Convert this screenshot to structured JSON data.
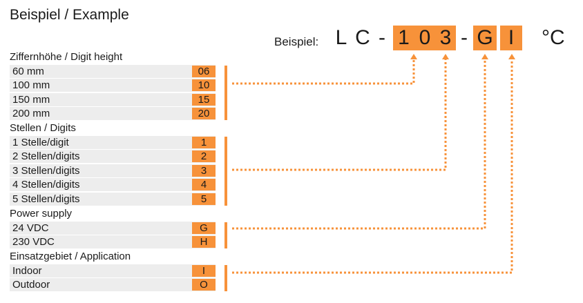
{
  "title": "Beispiel / Example",
  "example": {
    "label": "Beispiel:",
    "chars": [
      "L",
      "C",
      "-",
      "1",
      "0",
      "3",
      "-",
      "G",
      "I"
    ],
    "unit": "°C"
  },
  "sections": [
    {
      "heading": "Ziffernhöhe / Digit height",
      "options": [
        {
          "label": "60 mm",
          "code": "06"
        },
        {
          "label": "100 mm",
          "code": "10"
        },
        {
          "label": "150 mm",
          "code": "15"
        },
        {
          "label": "200 mm",
          "code": "20"
        }
      ]
    },
    {
      "heading": "Stellen / Digits",
      "options": [
        {
          "label": "1 Stelle/digit",
          "code": "1"
        },
        {
          "label": "2 Stellen/digits",
          "code": "2"
        },
        {
          "label": "3 Stellen/digits",
          "code": "3"
        },
        {
          "label": "4 Stellen/digits",
          "code": "4"
        },
        {
          "label": "5 Stellen/digits",
          "code": "5"
        }
      ]
    },
    {
      "heading": "Power supply",
      "options": [
        {
          "label": "24 VDC",
          "code": "G"
        },
        {
          "label": "230 VDC",
          "code": "H"
        }
      ]
    },
    {
      "heading": "Einsatzgebiet / Application",
      "options": [
        {
          "label": "Indoor",
          "code": "I"
        },
        {
          "label": "Outdoor",
          "code": "O"
        }
      ]
    }
  ],
  "colors": {
    "accent": "#f7923a",
    "row_background": "#ededed"
  }
}
